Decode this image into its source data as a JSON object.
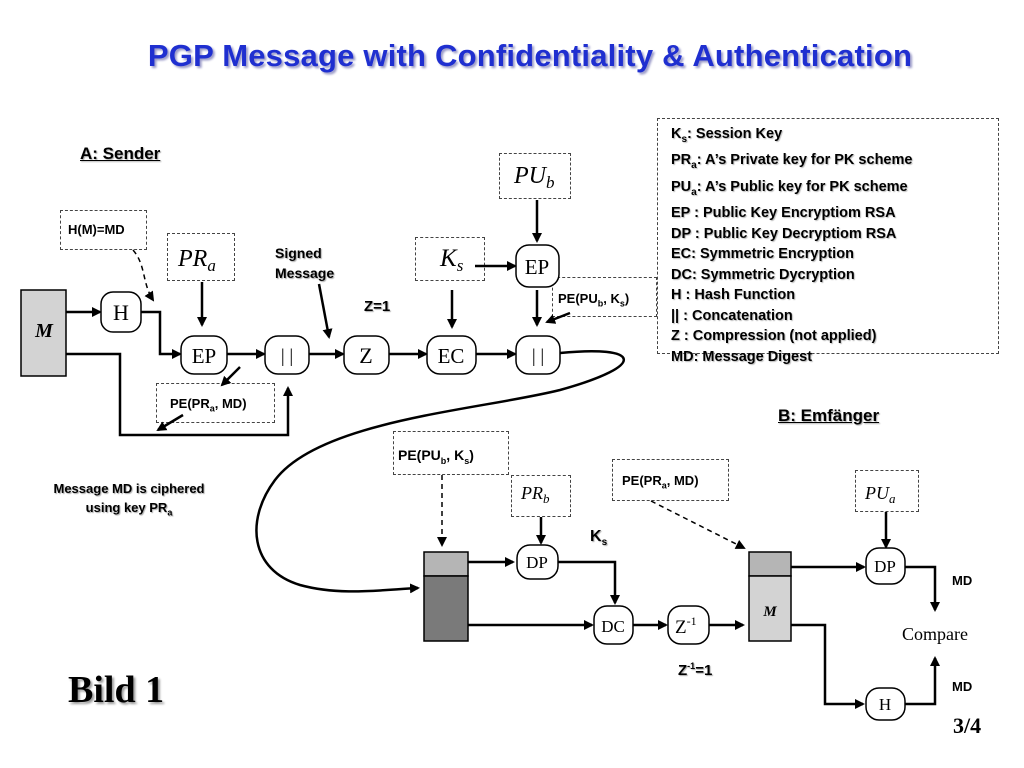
{
  "title": "PGP Message with Confidentiality & Authentication",
  "sender_label": "A: Sender",
  "receiver_label": "B: Emfänger",
  "legend": [
    {
      "sym": "K",
      "sub": "s",
      "desc": ": Session Key"
    },
    {
      "sym": "PR",
      "sub": "a",
      "desc": ": A’s Private key for PK scheme"
    },
    {
      "sym": "PU",
      "sub": "a",
      "desc": ": A’s Public key for PK scheme"
    },
    {
      "sym": "EP",
      "sub": "",
      "desc": " : Public Key Encryptiom RSA"
    },
    {
      "sym": "DP",
      "sub": "",
      "desc": " : Public Key Decryptiom RSA"
    },
    {
      "sym": "EC",
      "sub": "",
      "desc": ": Symmetric Encryption"
    },
    {
      "sym": "DC",
      "sub": "",
      "desc": ": Symmetric Dycryption"
    },
    {
      "sym": "H",
      "sub": "",
      "desc": " : Hash Function"
    },
    {
      "sym": "||",
      "sub": "",
      "desc": " : Concatenation"
    },
    {
      "sym": "Z",
      "sub": "",
      "desc": " : Compression (not applied)"
    },
    {
      "sym": "MD",
      "sub": "",
      "desc": ": Message Digest"
    }
  ],
  "labels": {
    "hm_md": "H(M)=MD",
    "signed_message": "Signed\nMessage",
    "z_eq_1": "Z=1",
    "pe_pub_ks_top": "PE(PUb, Ks)",
    "pe_pra_md_sender": "PE(PRa, MD)",
    "cipher_note_line1": "Message MD is ciphered",
    "cipher_note_line2": "using key PRa",
    "pe_pub_ks_recv": "PE(PUb, Ks)",
    "pe_pra_md_recv": "PE(PRa, MD)",
    "ks_label": "Ks",
    "zinv_eq_1": "Z-1=1",
    "md_top": "MD",
    "md_bottom": "MD",
    "compare": "Compare",
    "bild": "Bild 1",
    "page": "3/4"
  },
  "nodes": {
    "m_sender": "M",
    "h_sender": "H",
    "ep_sign": "EP",
    "concat1": "| |",
    "z": "Z",
    "ec": "EC",
    "concat2": "| |",
    "ep_key": "EP",
    "pra_key": "PR",
    "pra_sub": "a",
    "ks_key": "K",
    "ks_sub": "s",
    "pub_key": "PU",
    "pub_sub": "b",
    "prb_key": "PR",
    "prb_sub": "b",
    "pua_key": "PU",
    "pua_sub": "a",
    "dp_recv1": "DP",
    "dc": "DC",
    "zinv": "Z",
    "zinv_sup": "-1",
    "m_recv": "M",
    "dp_recv2": "DP",
    "h_recv": "H"
  }
}
